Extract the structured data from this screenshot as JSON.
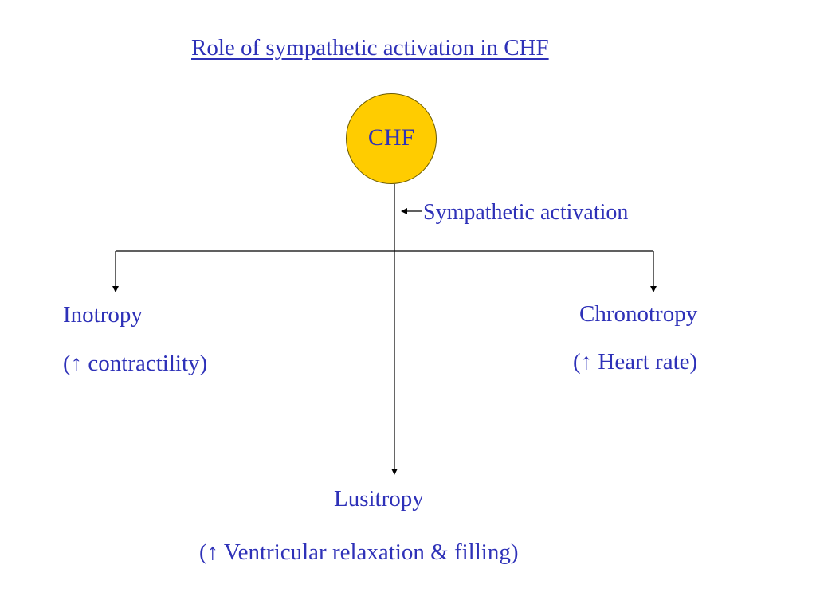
{
  "title": "Role of sympathetic activation in CHF",
  "center_node": "CHF",
  "edge_label": "Sympathetic activation",
  "branches": {
    "left": {
      "label": "Inotropy",
      "effect": "(↑ contractility)"
    },
    "right": {
      "label": "Chronotropy",
      "effect": "(↑ Heart rate)"
    },
    "bottom": {
      "label": "Lusitropy",
      "effect": "(↑ Ventricular relaxation & filling)"
    }
  },
  "colors": {
    "text": "#2e31b8",
    "node_fill": "#ffcc00",
    "lines": "#000000"
  }
}
